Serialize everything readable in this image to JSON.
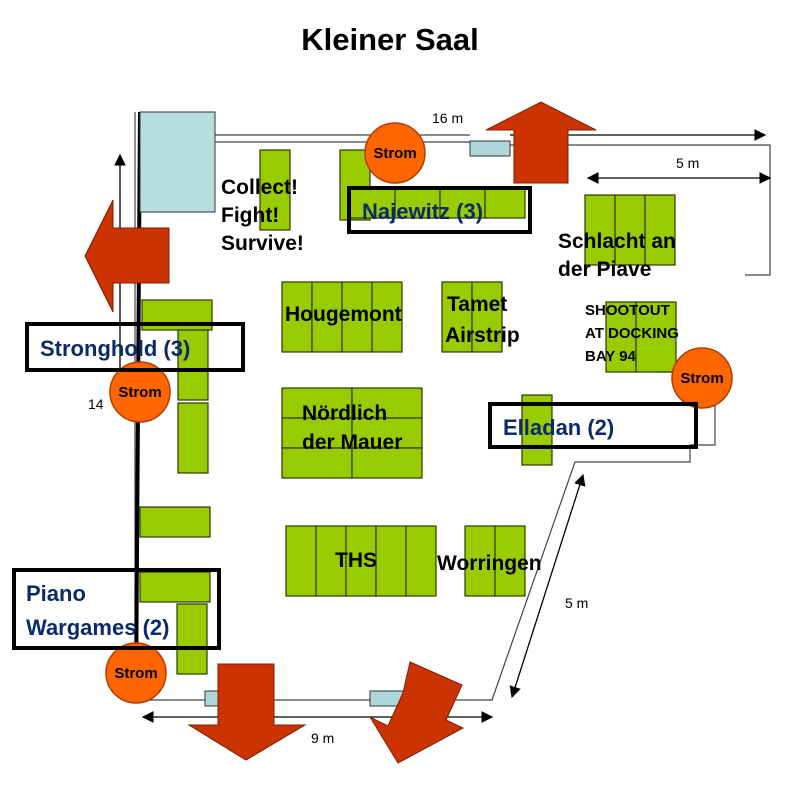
{
  "title": "Kleiner Saal",
  "dimensions": {
    "top": "16 m",
    "right_upper": "5 m",
    "left": "14",
    "right_lower": "5 m",
    "bottom": "9 m"
  },
  "power_label": "Strom",
  "games": {
    "collect_1": "Collect!",
    "collect_2": "Fight!",
    "collect_3": "Survive!",
    "piave_1": "Schlacht an",
    "piave_2": "der Piave",
    "hougemont": "Hougemont",
    "tamet_1": "Tamet",
    "tamet_2": "Airstrip",
    "shootout_1": "SHOOTOUT",
    "shootout_2": "AT DOCKING",
    "shootout_3": "BAY 94",
    "noerdlich_1": "Nördlich",
    "noerdlich_2": "der Mauer",
    "ths": "THS",
    "worringen": "Worringen"
  },
  "boxed_labels": {
    "najewitz": "Najewitz (3)",
    "stronghold": "Stronghold (3)",
    "elladan": "Elladan (2)",
    "piano_1": "Piano",
    "piano_2": "Wargames (2)"
  },
  "colors": {
    "table": "#99cc00",
    "power": "#ff6600",
    "arrow": "#cc3300",
    "door": "#aed7da",
    "boxed_text": "#0b2a6b"
  }
}
